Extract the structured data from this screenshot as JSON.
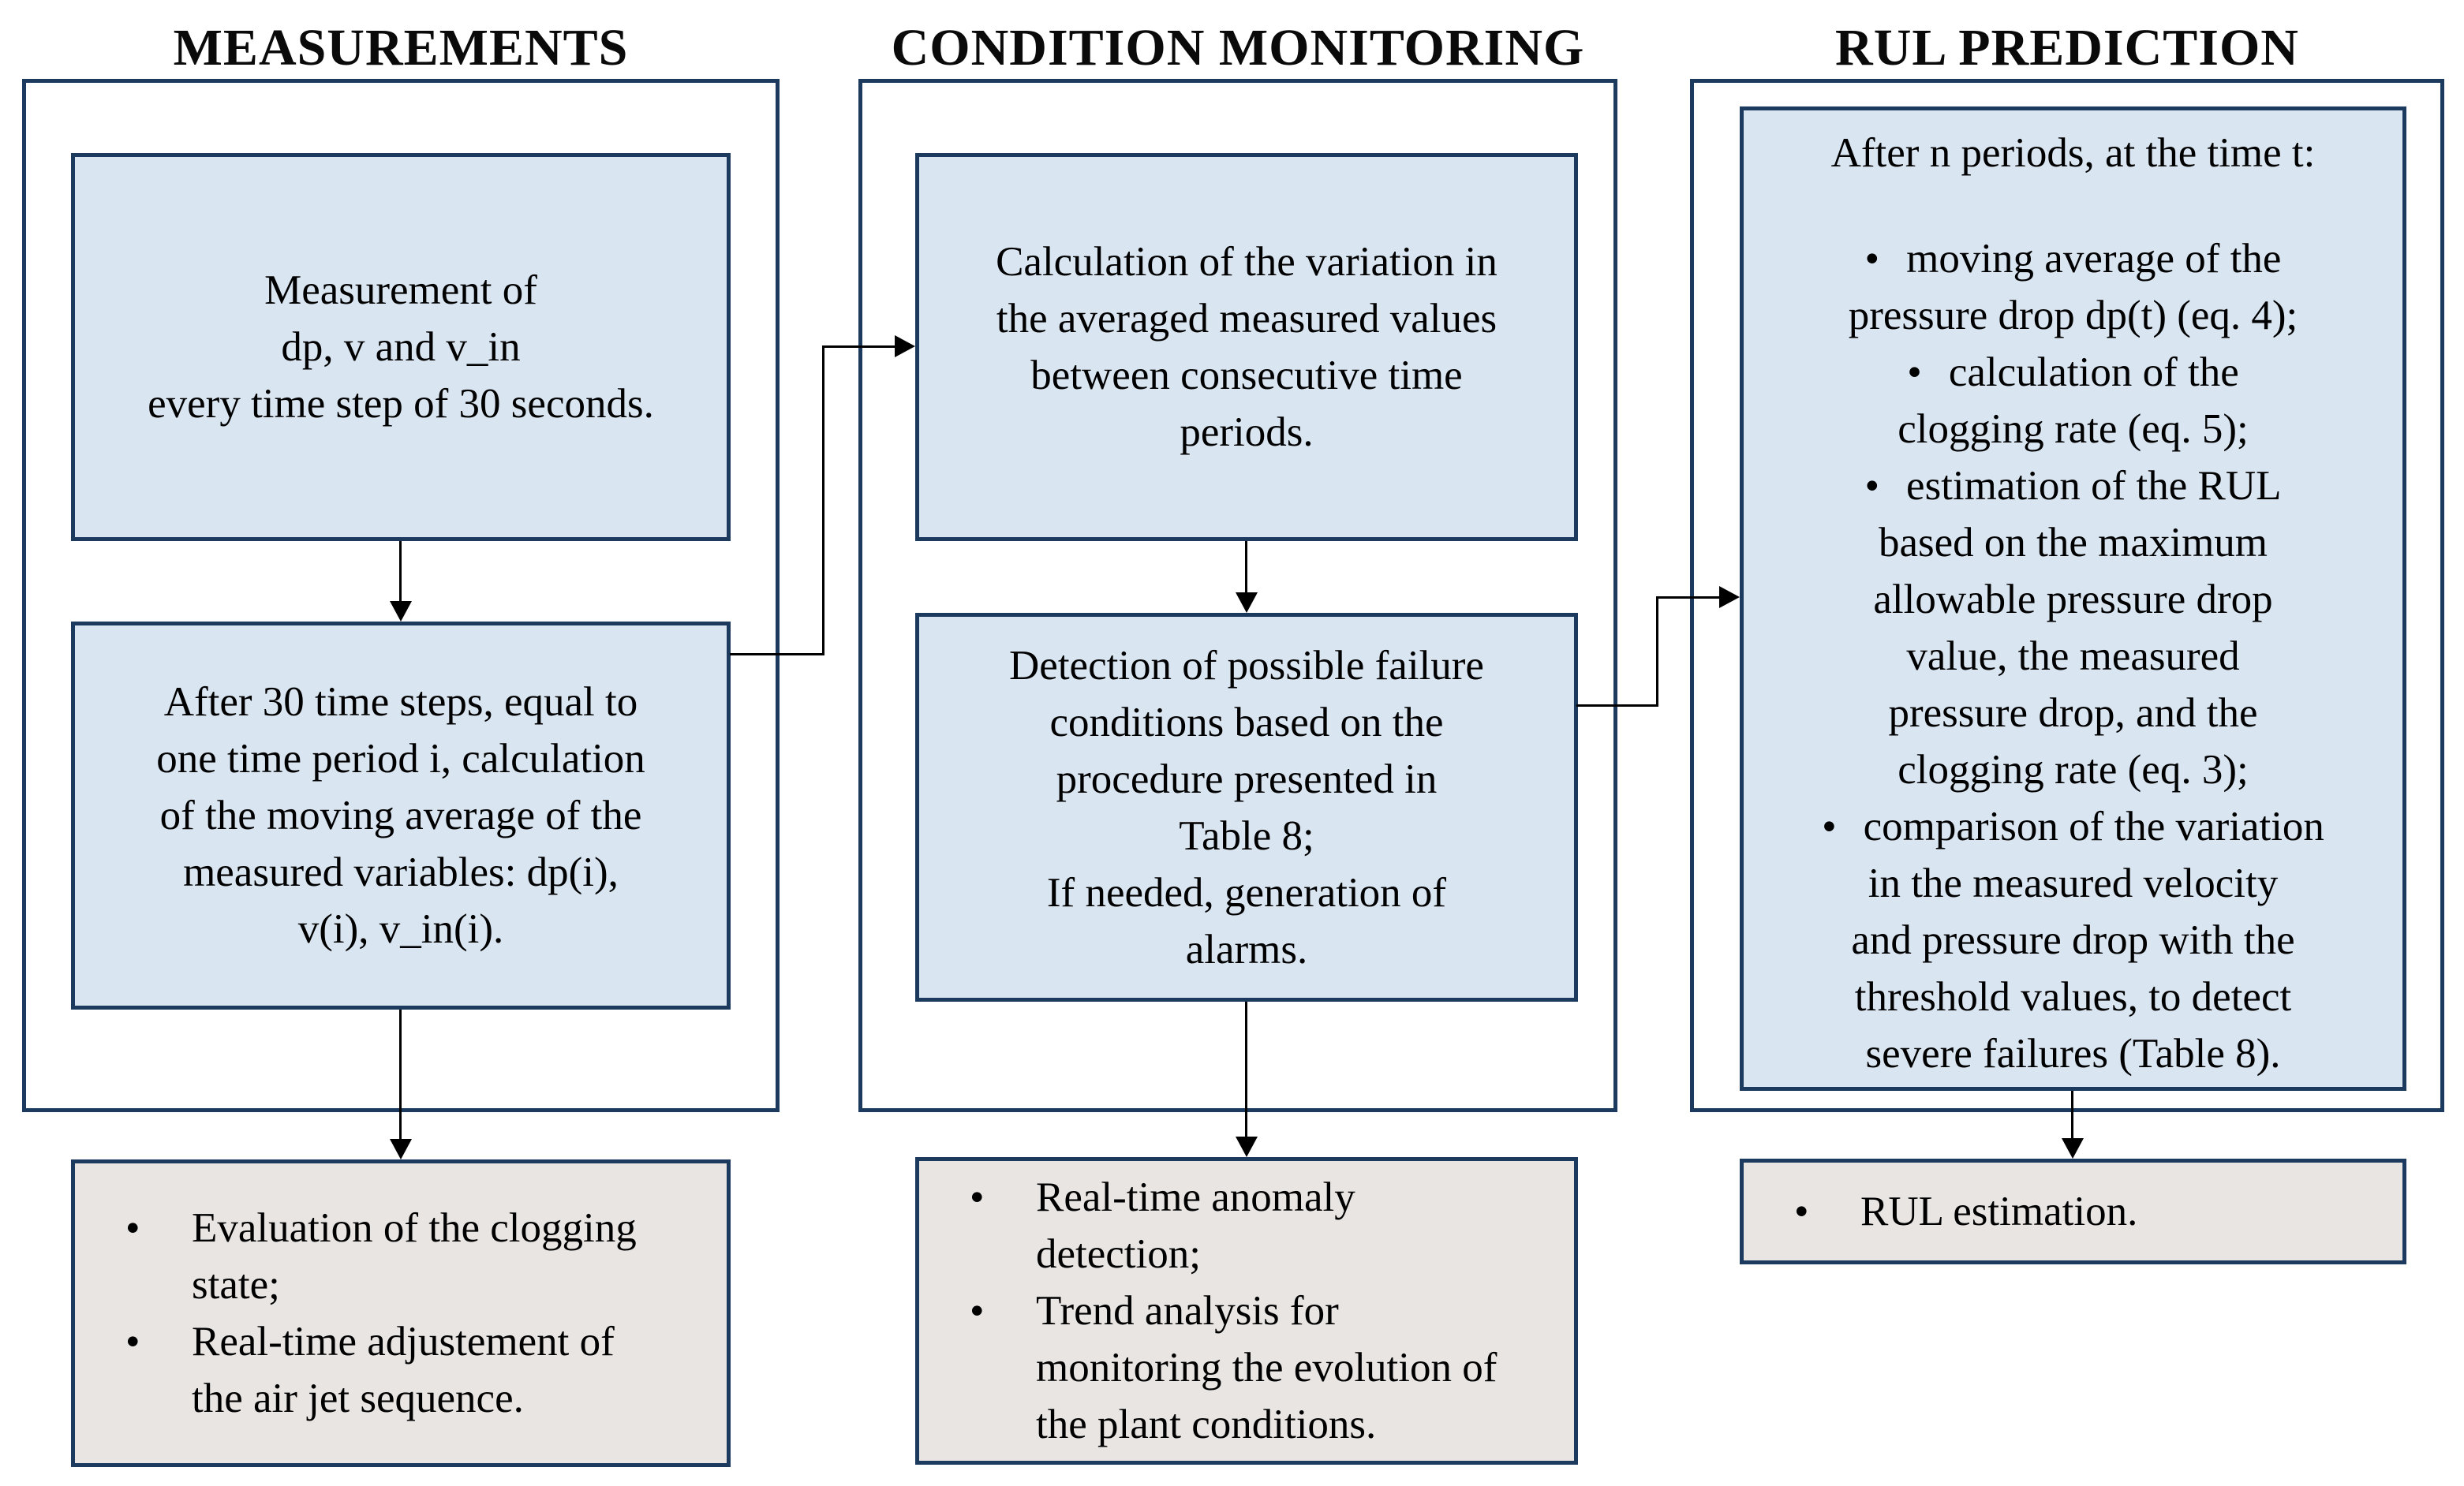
{
  "bullet": "•",
  "colors": {
    "box_fill_blue": "#d9e5f1",
    "box_fill_gray": "#e8e5e3",
    "border_navy": "#1b3a5e",
    "arrow_black": "#000000"
  },
  "columns": {
    "measurements": {
      "title": "MEASUREMENTS",
      "box1": {
        "lines": [
          "Measurement of",
          "dp, v and v_in",
          "every time step of 30 seconds."
        ]
      },
      "box2": {
        "lines": [
          "After 30 time steps, equal to",
          "one time period i, calculation",
          "of the moving average of the",
          "measured variables: dp(i),",
          "v(i), v_in(i)."
        ]
      },
      "output_box": {
        "items": [
          {
            "lines": [
              "Evaluation of the clogging",
              "state;"
            ]
          },
          {
            "lines": [
              "Real-time adjustement of",
              "the air jet sequence."
            ]
          }
        ]
      }
    },
    "condition_monitoring": {
      "title": "CONDITION MONITORING",
      "box1": {
        "lines": [
          "Calculation of the variation in",
          "the averaged measured values",
          "between consecutive time",
          "periods."
        ]
      },
      "box2": {
        "lines": [
          "Detection of possible failure",
          "conditions based on the",
          "procedure presented in",
          "Table 8;",
          "If needed, generation of",
          "alarms."
        ]
      },
      "output_box": {
        "items": [
          {
            "lines": [
              "Real-time anomaly",
              "detection;"
            ]
          },
          {
            "lines": [
              "Trend analysis for",
              "monitoring the evolution of",
              "the plant conditions."
            ]
          }
        ]
      }
    },
    "rul_prediction": {
      "title": "RUL PREDICTION",
      "box1": {
        "intro": "After n periods, at the time t:",
        "items": [
          {
            "lines": [
              "moving average of the",
              "pressure drop dp(t) (eq. 4);"
            ]
          },
          {
            "lines": [
              "calculation of the",
              "clogging rate (eq. 5);"
            ]
          },
          {
            "lines": [
              "estimation of the RUL",
              "based on the maximum",
              "allowable pressure drop",
              "value, the measured",
              "pressure drop, and the",
              "clogging rate (eq. 3);"
            ]
          },
          {
            "lines": [
              "comparison of the variation",
              "in the measured velocity",
              "and pressure drop with the",
              "threshold values, to detect",
              "severe failures  (Table 8)."
            ]
          }
        ]
      },
      "output_box": {
        "items": [
          {
            "lines": [
              "RUL estimation."
            ]
          }
        ]
      }
    }
  }
}
